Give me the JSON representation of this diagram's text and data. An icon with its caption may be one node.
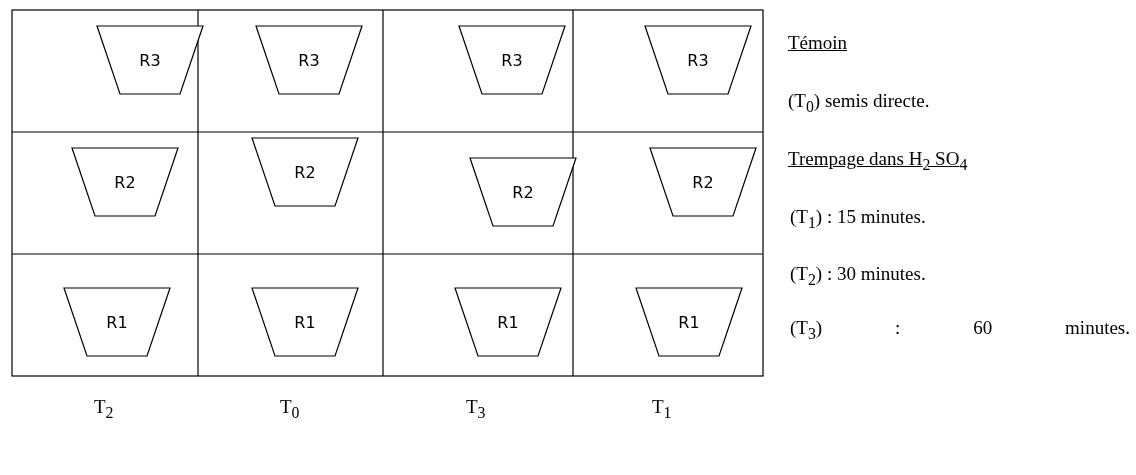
{
  "diagram": {
    "nodes": [
      {
        "text": [
          "R3"
        ]
      },
      {
        "text": [
          "R3"
        ]
      },
      {
        "text": [
          "R3"
        ]
      },
      {
        "text": [
          "R3"
        ]
      },
      {
        "text": [
          "R2"
        ]
      },
      {
        "text": [
          "R2"
        ]
      },
      {
        "text": [
          "R2"
        ]
      },
      {
        "text": [
          "R2"
        ]
      },
      {
        "text": [
          "R1"
        ]
      },
      {
        "text": [
          "R1"
        ]
      },
      {
        "text": [
          "R1"
        ]
      },
      {
        "text": [
          "R1"
        ]
      }
    ],
    "labels": [
      "Témoin",
      "(T$_{0}$) semis directe.",
      "Trempage dans H$_{2}$ SO$_{4}$",
      "(T$_{1}$) : 15 minutes.",
      "(T$_{2}$) : 30 minutes.",
      "(T$_{3}$) : 60 minutes.",
      "T$_{2}$",
      "T$_{0}$",
      "T$_{3}$",
      "T$_{1}$"
    ]
  }
}
